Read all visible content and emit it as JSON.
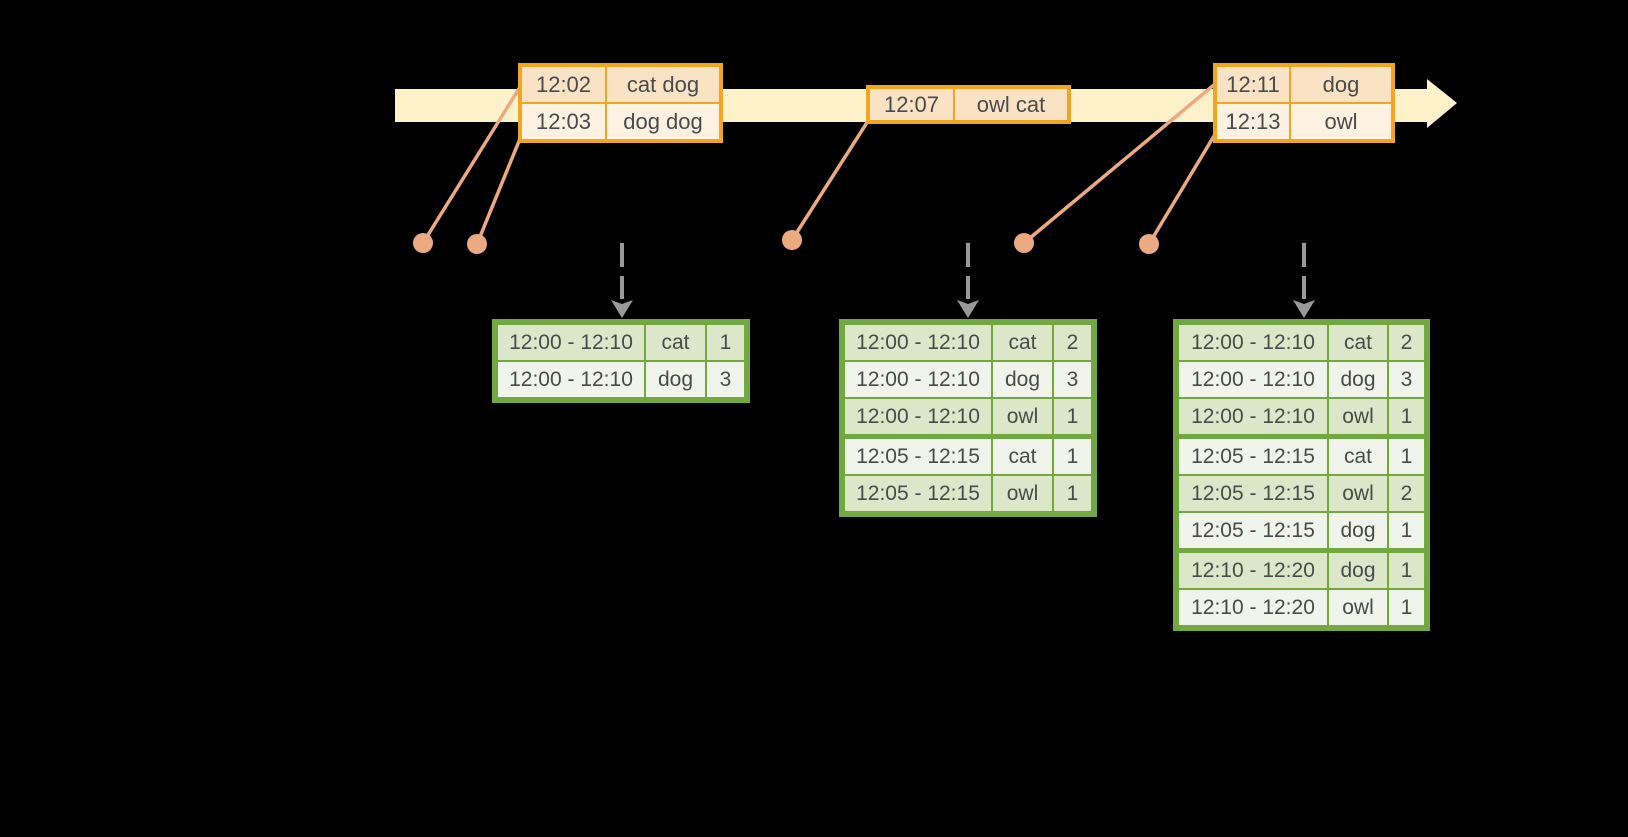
{
  "colors": {
    "background": "#000000",
    "timeline_fill": "#fcf1c8",
    "event_border": "#f0a71f",
    "event_row_odd": "#fae3c4",
    "event_row_even": "#fdf2e2",
    "connector": "#ecaa80",
    "dashed_arrow": "#999999",
    "result_border": "#73a742",
    "result_row_odd": "#dce7ca",
    "result_row_even": "#f0f4ea",
    "text": "#4a4a4a"
  },
  "icons": {
    "timeline_arrow": "right-pointing-arrow-band",
    "event_dot": "filled-circle",
    "trigger_arrow": "dashed-down-arrow"
  },
  "event_tables": [
    {
      "rows": [
        {
          "time": "12:02",
          "words": "cat dog"
        },
        {
          "time": "12:03",
          "words": "dog dog"
        }
      ]
    },
    {
      "rows": [
        {
          "time": "12:07",
          "words": "owl cat"
        }
      ]
    },
    {
      "rows": [
        {
          "time": "12:11",
          "words": "dog"
        },
        {
          "time": "12:13",
          "words": "owl"
        }
      ]
    }
  ],
  "result_tables": [
    {
      "rows": [
        {
          "window": "12:00 - 12:10",
          "word": "cat",
          "count": "1"
        },
        {
          "window": "12:00 - 12:10",
          "word": "dog",
          "count": "3"
        }
      ]
    },
    {
      "rows": [
        {
          "window": "12:00 - 12:10",
          "word": "cat",
          "count": "2"
        },
        {
          "window": "12:00 - 12:10",
          "word": "dog",
          "count": "3"
        },
        {
          "window": "12:00 - 12:10",
          "word": "owl",
          "count": "1"
        },
        {
          "window": "12:05 - 12:15",
          "word": "cat",
          "count": "1"
        },
        {
          "window": "12:05 - 12:15",
          "word": "owl",
          "count": "1"
        }
      ]
    },
    {
      "rows": [
        {
          "window": "12:00 - 12:10",
          "word": "cat",
          "count": "2"
        },
        {
          "window": "12:00 - 12:10",
          "word": "dog",
          "count": "3"
        },
        {
          "window": "12:00 - 12:10",
          "word": "owl",
          "count": "1"
        },
        {
          "window": "12:05 - 12:15",
          "word": "cat",
          "count": "1"
        },
        {
          "window": "12:05 - 12:15",
          "word": "owl",
          "count": "2"
        },
        {
          "window": "12:05 - 12:15",
          "word": "dog",
          "count": "1"
        },
        {
          "window": "12:10 - 12:20",
          "word": "dog",
          "count": "1"
        },
        {
          "window": "12:10 - 12:20",
          "word": "owl",
          "count": "1"
        }
      ]
    }
  ]
}
